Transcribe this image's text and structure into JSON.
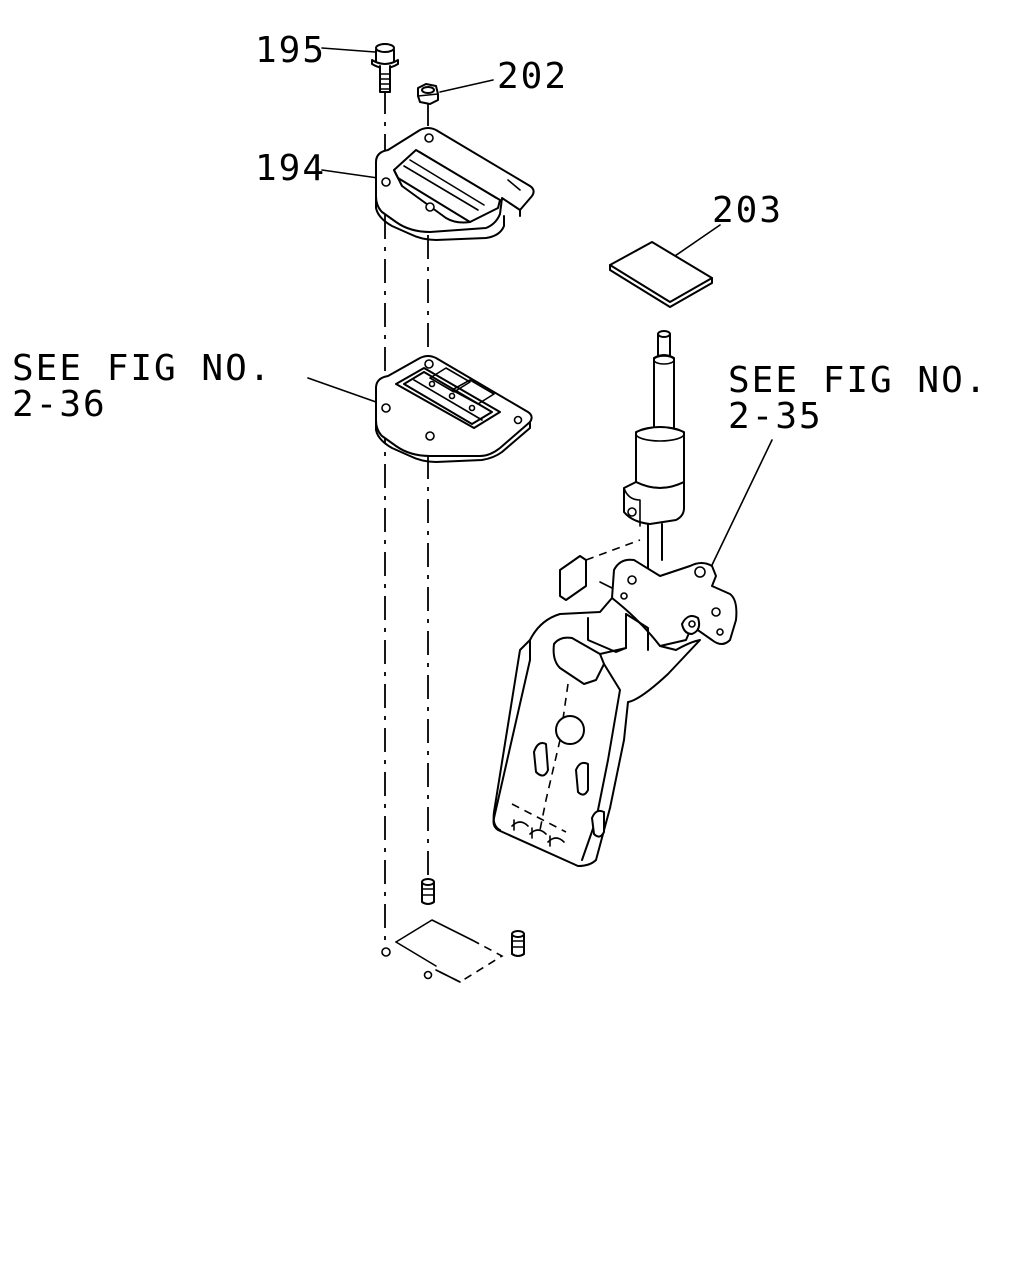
{
  "labels": {
    "part_195": "195",
    "part_202": "202",
    "part_194": "194",
    "part_203": "203",
    "ref_left_line1": "SEE FIG NO.",
    "ref_left_line2": "2-36",
    "ref_right_line1": "SEE FIG NO.",
    "ref_right_line2": "2-35"
  },
  "colors": {
    "line": "#000000",
    "background": "#ffffff"
  }
}
